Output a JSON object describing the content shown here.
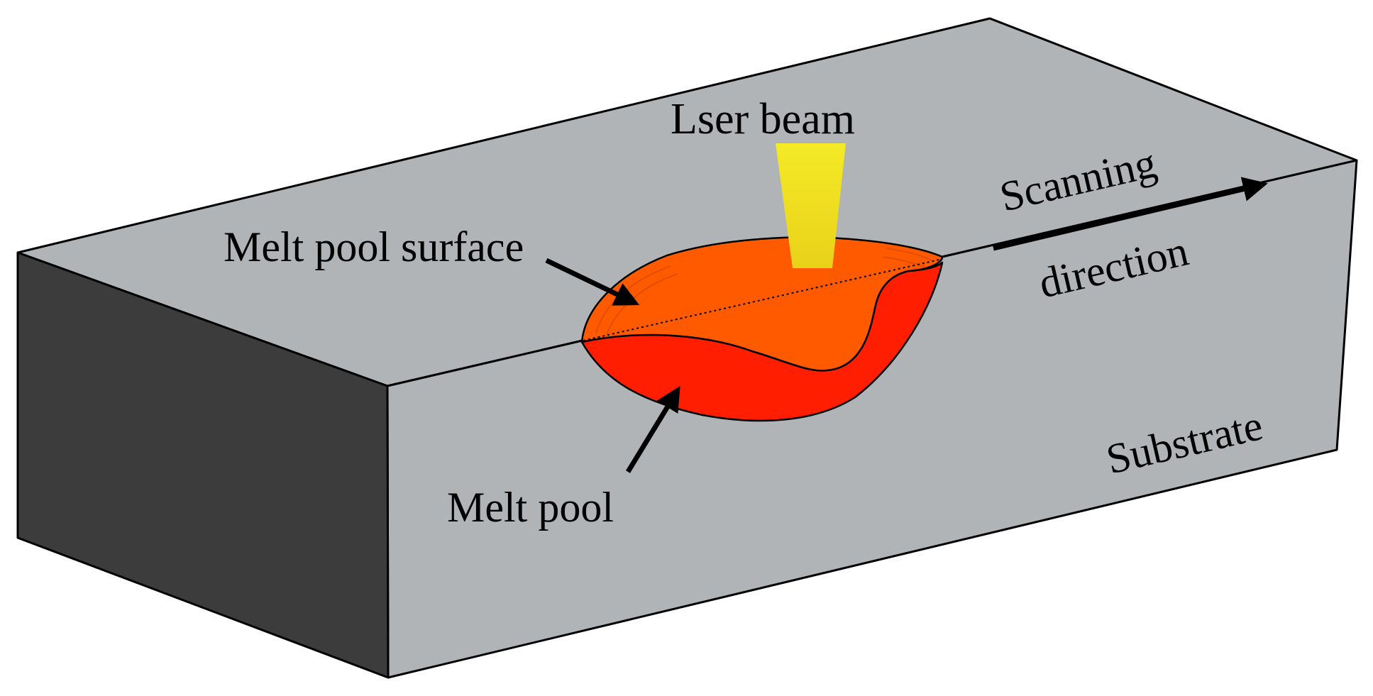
{
  "labels": {
    "laser_beam": "Lser beam",
    "melt_pool_surface": "Melt pool surface",
    "scanning": "Scanning",
    "direction": "direction",
    "melt_pool": "Melt pool",
    "substrate": "Substrate"
  },
  "colors": {
    "top_face": "#b1b4b6",
    "front_face": "#b1b4b6",
    "left_face": "#3c3c3c",
    "melt_pool_surface": "#ff5a00",
    "melt_pool": "#ff1e00",
    "laser_beam": "#f2e61e",
    "outline": "#000000"
  }
}
